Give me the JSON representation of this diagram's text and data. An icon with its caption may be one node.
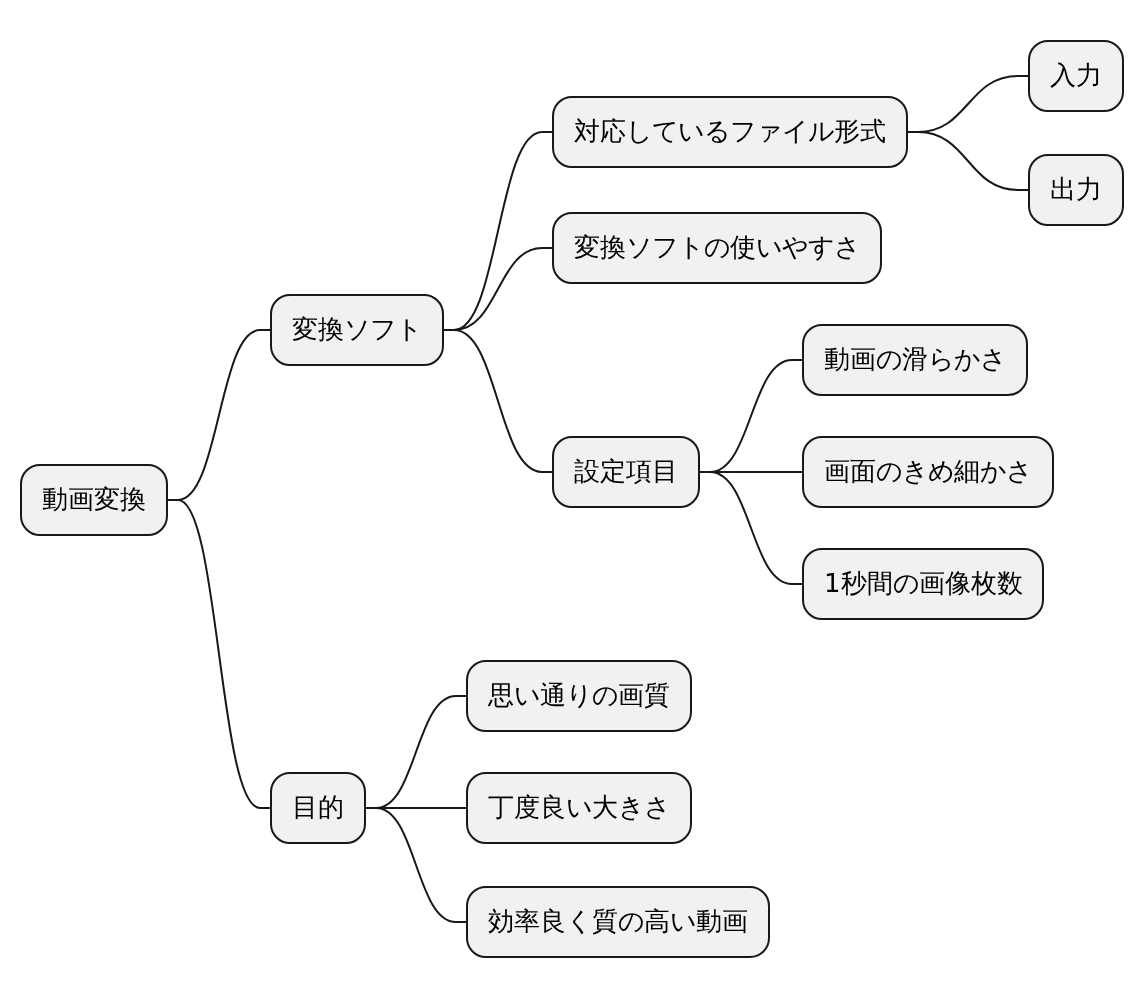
{
  "diagram": {
    "nodes": [
      {
        "text": [
          "動画変換"
        ]
      },
      {
        "text": [
          "変換ソフト"
        ]
      },
      {
        "text": [
          "対応しているファイル形式"
        ]
      },
      {
        "text": [
          "入力"
        ]
      },
      {
        "text": [
          "出力"
        ]
      },
      {
        "text": [
          "変換ソフトの使いやすさ"
        ]
      },
      {
        "text": [
          "設定項目"
        ]
      },
      {
        "text": [
          "動画の滑らかさ"
        ]
      },
      {
        "text": [
          "画面のきめ細かさ"
        ]
      },
      {
        "text": [
          "1秒間の画像枚数"
        ]
      },
      {
        "text": [
          "目的"
        ]
      },
      {
        "text": [
          "思い通りの画質"
        ]
      },
      {
        "text": [
          "丁度良い大きさ"
        ]
      },
      {
        "text": [
          "効率良く質の高い動画"
        ]
      }
    ],
    "edges": [
      {
        "from": 0,
        "to": 1,
        "arrow": "none"
      },
      {
        "from": 1,
        "to": 2,
        "arrow": "none"
      },
      {
        "from": 2,
        "to": 3,
        "arrow": "none"
      },
      {
        "from": 2,
        "to": 4,
        "arrow": "none"
      },
      {
        "from": 1,
        "to": 5,
        "arrow": "none"
      },
      {
        "from": 1,
        "to": 6,
        "arrow": "none"
      },
      {
        "from": 6,
        "to": 7,
        "arrow": "none"
      },
      {
        "from": 6,
        "to": 8,
        "arrow": "none"
      },
      {
        "from": 6,
        "to": 9,
        "arrow": "none"
      },
      {
        "from": 0,
        "to": 10,
        "arrow": "none"
      },
      {
        "from": 10,
        "to": 11,
        "arrow": "none"
      },
      {
        "from": 10,
        "to": 12,
        "arrow": "none"
      },
      {
        "from": 10,
        "to": 13,
        "arrow": "none"
      }
    ]
  }
}
